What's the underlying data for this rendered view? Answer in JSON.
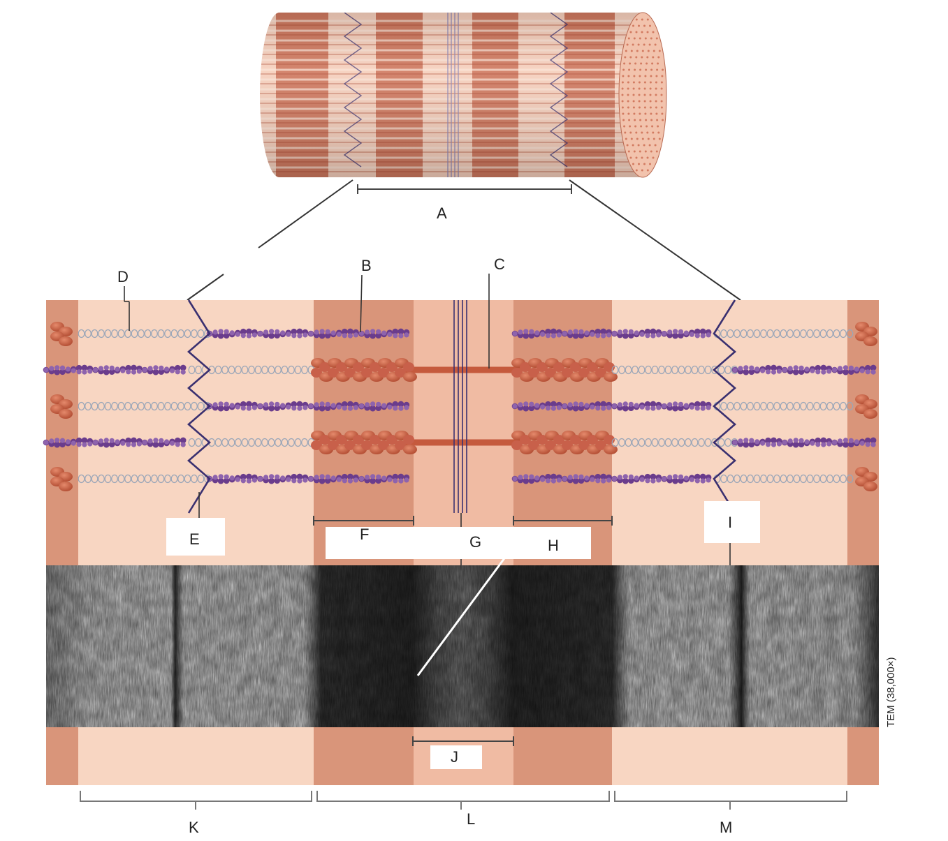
{
  "labels": {
    "A": "A",
    "B": "B",
    "C": "C",
    "D": "D",
    "E": "E",
    "F": "F",
    "G": "G",
    "H": "H",
    "I": "I",
    "J": "J",
    "K": "K",
    "L": "L",
    "M": "M"
  },
  "micrograph_caption": "TEM (38,000×)",
  "colors": {
    "a_band": "#d9957a",
    "i_band": "#f8d6c2",
    "h_zone": "#f0bba3",
    "myosin": "#c55a3d",
    "actin": "#6a3c8c",
    "titin": "#9aa6b8",
    "z_disc": "#3a3070",
    "cylinder_dark": "#c8694e",
    "cylinder_light": "#f6cfbc"
  }
}
